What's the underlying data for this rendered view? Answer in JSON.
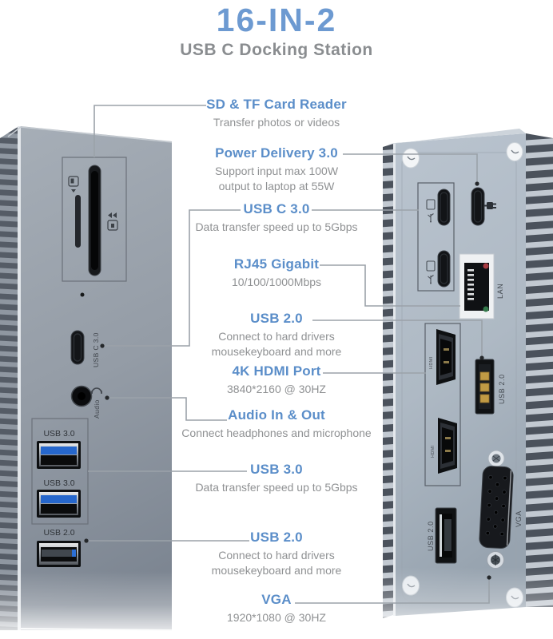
{
  "header": {
    "title": "16-IN-2",
    "subtitle": "USB C Docking Station"
  },
  "callouts": {
    "sd": {
      "title": "SD & TF Card Reader",
      "desc": "Transfer photos or videos"
    },
    "pd": {
      "title": "Power Delivery 3.0",
      "desc": "Support input max 100W output to laptop at 55W"
    },
    "usbc": {
      "title": "USB C 3.0",
      "desc": "Data transfer speed up to 5Gbps"
    },
    "rj45": {
      "title": "RJ45 Gigabit",
      "desc": "10/100/1000Mbps"
    },
    "usb2_rear": {
      "title": "USB 2.0",
      "desc": "Connect to hard drivers mousekeyboard and more"
    },
    "hdmi": {
      "title": "4K HDMI Port",
      "desc": "3840*2160 @ 30HZ"
    },
    "audio": {
      "title": "Audio In & Out",
      "desc": "Connect headphones and microphone"
    },
    "usb3": {
      "title": "USB 3.0",
      "desc": "Data transfer speed up to 5Gbps"
    },
    "usb2_front": {
      "title": "USB 2.0",
      "desc": "Connect to hard drivers mousekeyboard and more"
    },
    "vga": {
      "title": "VGA",
      "desc": "1920*1080 @ 30HZ"
    }
  },
  "device_text": {
    "usb_c_port": "USB C 3.0",
    "audio_port": "Audio",
    "usb3_port_top": "USB 3.0",
    "usb3_port_bottom": "USB 3.0",
    "usb2_port_front": "USB 2.0",
    "lan_port": "LAN",
    "hdmi_port_top": "HDMI",
    "hdmi_port_bottom": "HDMI",
    "usb2_port_rear_top": "USB 2.0",
    "usb2_port_rear_bottom": "USB 2.0",
    "vga_port": "VGA"
  },
  "colors": {
    "accent_blue": "#6d9ad1",
    "label_blue": "#5b8ec9",
    "text_gray": "#8f9193",
    "line_gray": "#9ba2a9",
    "usb3_blue": "#2667cc"
  }
}
